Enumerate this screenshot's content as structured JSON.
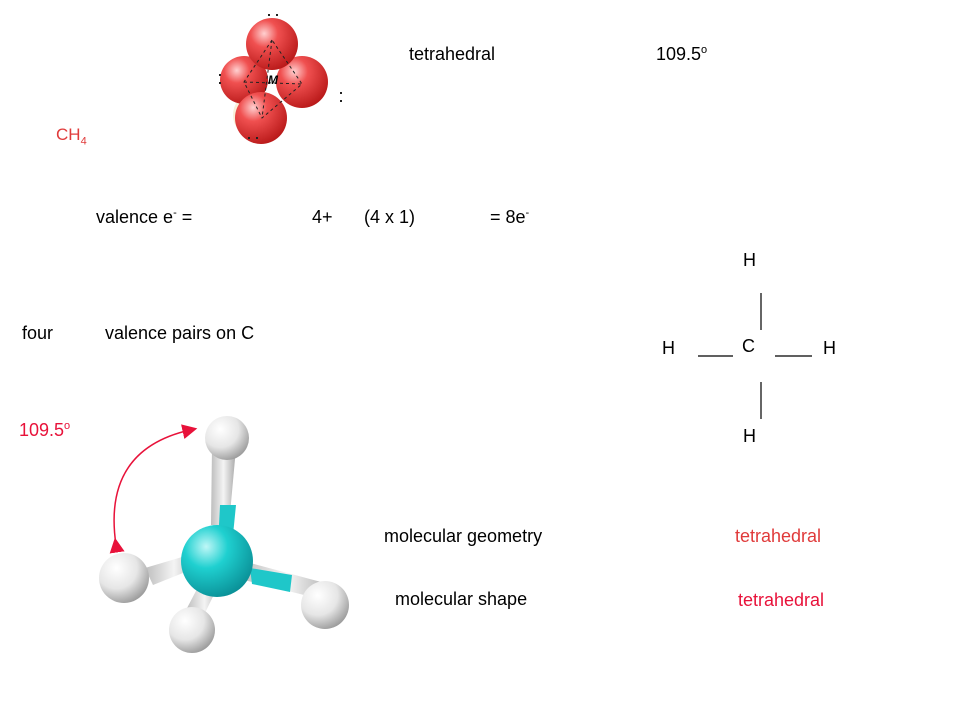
{
  "top": {
    "shape_label": "tetrahedral",
    "angle_value": "109.5",
    "angle_unit": "o"
  },
  "orbital_model": {
    "central_label": "M"
  },
  "formula": {
    "base": "CH",
    "subscript": "4"
  },
  "valence": {
    "label": "valence e",
    "label_sup": "-",
    "equals": "=",
    "carbon": "4+",
    "hydrogen": "(4 x 1)",
    "total": "= 8e",
    "total_sup": "-"
  },
  "pairs": {
    "count": "four",
    "text": "valence pairs on C"
  },
  "lewis": {
    "top": "H",
    "left": "H",
    "center": "C",
    "right": "H",
    "bottom": "H"
  },
  "angle_label": {
    "value": "109.5",
    "unit": "o"
  },
  "geometry": {
    "label": "molecular geometry",
    "value": "tetrahedral"
  },
  "shape": {
    "label": "molecular shape",
    "value": "tetrahedral"
  },
  "colors": {
    "accent_red": "#e03a3a",
    "model_carbon": "#1fd0d0",
    "orbital_red": "#e8303a"
  }
}
